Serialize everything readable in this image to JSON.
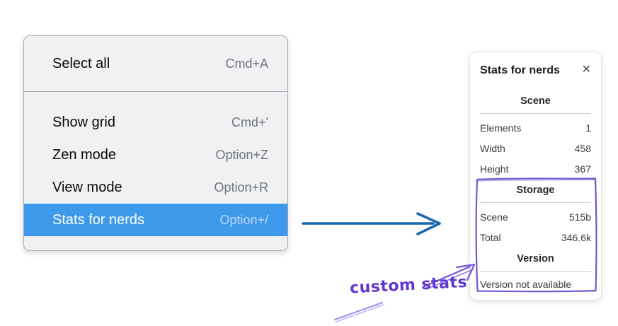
{
  "context_menu": {
    "sections": [
      {
        "items": [
          {
            "label": "Select all",
            "shortcut": "Cmd+A"
          }
        ]
      },
      {
        "items": [
          {
            "label": "Show grid",
            "shortcut": "Cmd+'"
          },
          {
            "label": "Zen mode",
            "shortcut": "Option+Z"
          },
          {
            "label": "View mode",
            "shortcut": "Option+R"
          },
          {
            "label": "Stats for nerds",
            "shortcut": "Option+/",
            "highlighted": true
          }
        ]
      }
    ]
  },
  "stats_panel": {
    "title": "Stats for nerds",
    "close_icon": "✕",
    "scene": {
      "heading": "Scene",
      "rows": [
        {
          "label": "Elements",
          "value": "1"
        },
        {
          "label": "Width",
          "value": "458"
        },
        {
          "label": "Height",
          "value": "367"
        }
      ]
    },
    "storage": {
      "heading": "Storage",
      "rows": [
        {
          "label": "Scene",
          "value": "515b"
        },
        {
          "label": "Total",
          "value": "346.6k"
        }
      ]
    },
    "version": {
      "heading": "Version",
      "note": "Version not available"
    }
  },
  "annotation": {
    "label": "custom stats"
  },
  "colors": {
    "menu_bg": "#f0f1f3",
    "menu_border": "#a6abb1",
    "menu_highlight": "#3d99ea",
    "menu_highlight_text": "#ffffff",
    "menu_shortcut": "#6f747a",
    "arrow_blue": "#1b67ae",
    "annotation_purple": "#7157d2",
    "arrow_purple": "#7559dd",
    "annotation_light_purple": "#9f8cf0",
    "handwriting_purple": "#6136d1"
  }
}
